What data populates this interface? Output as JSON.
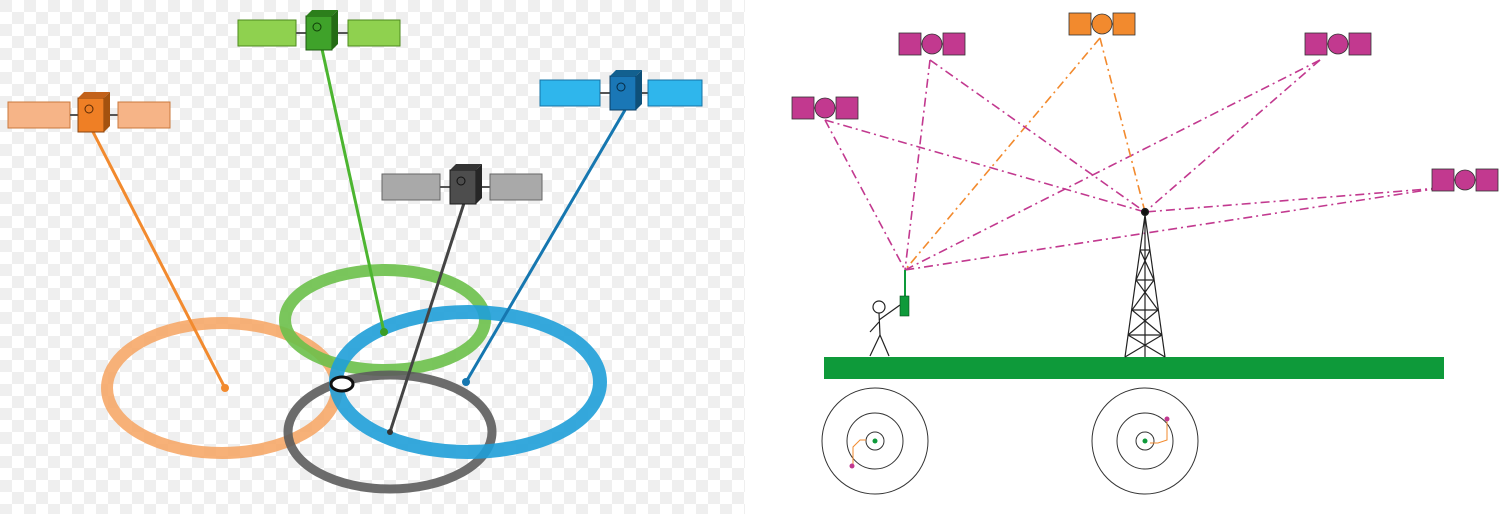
{
  "colors": {
    "orange": "#f28a2e",
    "green": "#4cb530",
    "gray": "#6a6a6a",
    "blue": "#1a9ad6",
    "magenta": "#c2398f",
    "ground_green": "#0e9a3a",
    "checker_light": "#ffffff",
    "checker_dark": "#eeeeee"
  },
  "panels": {
    "left": {
      "description_type": "gnss-trilateration",
      "satellites": [
        {
          "id": "orange",
          "color": "orange",
          "icon": "satellite-icon"
        },
        {
          "id": "green",
          "color": "green",
          "icon": "satellite-icon"
        },
        {
          "id": "gray",
          "color": "gray",
          "icon": "satellite-icon"
        },
        {
          "id": "blue",
          "color": "blue",
          "icon": "satellite-icon"
        }
      ]
    },
    "right": {
      "description_type": "reference-station-setup",
      "satellites": [
        {
          "id": "magenta-1",
          "color": "magenta"
        },
        {
          "id": "orange-center",
          "color": "orange"
        },
        {
          "id": "magenta-2",
          "color": "magenta"
        },
        {
          "id": "magenta-3",
          "color": "magenta"
        },
        {
          "id": "magenta-4",
          "color": "magenta"
        }
      ],
      "ground_icons": [
        "person-icon",
        "receiver-icon",
        "tower-icon"
      ],
      "position_plots": 2
    }
  }
}
